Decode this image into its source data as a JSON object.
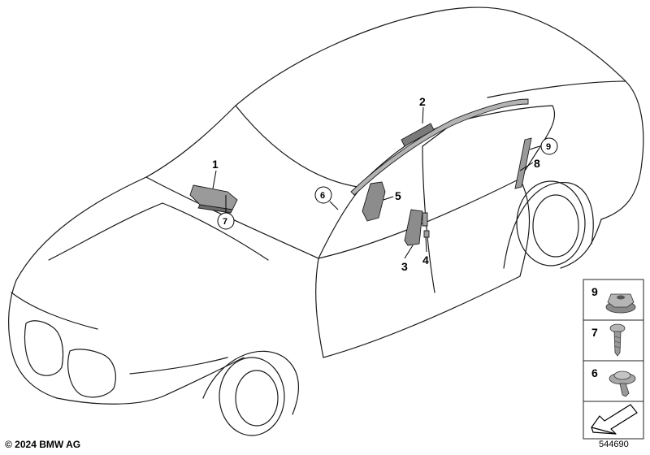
{
  "callouts": {
    "c1": "1",
    "c2": "2",
    "c3": "3",
    "c4": "4",
    "c5": "5",
    "c6": "6",
    "c7": "7",
    "c8": "8",
    "c9": "9"
  },
  "hardware_panel": {
    "items": [
      {
        "number": "9",
        "icon": "flange-nut-icon"
      },
      {
        "number": "7",
        "icon": "pan-head-screw-icon"
      },
      {
        "number": "6",
        "icon": "collar-screw-icon"
      }
    ],
    "footer_icon": "direction-arrow-icon"
  },
  "copyright": "© 2024 BMW AG",
  "diagram_id": "544690"
}
